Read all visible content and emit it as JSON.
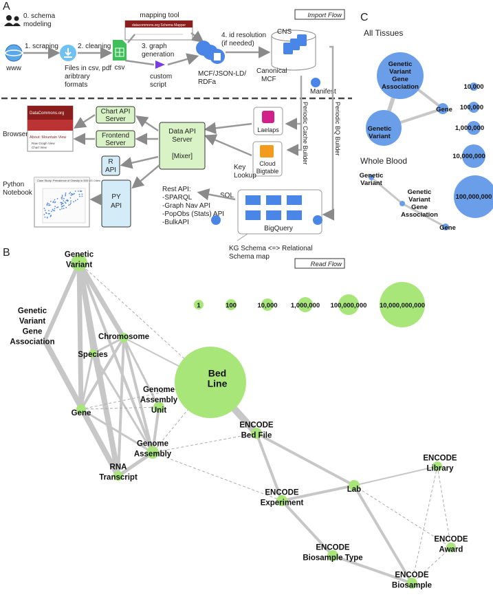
{
  "colors": {
    "green_node": "#a8e67a",
    "blue_node": "#6a9ee8",
    "edge": "#c7c7c7",
    "box_green": "#d9f3c6",
    "box_blue": "#d4ecf8",
    "arrow": "#8a8a8a"
  },
  "panel_a": {
    "label": "A",
    "import_flow": "Import Flow",
    "read_flow": "Read Flow",
    "schema_step": [
      "0. schema",
      "modeling"
    ],
    "www": "www",
    "scraping": "1. scraping",
    "cleaning": "2. cleaning",
    "files_text": [
      "Files in csv, pdf",
      "aribtrary",
      "formats"
    ],
    "csv": "csv",
    "mapping_tool": "mapping tool",
    "mapper_banner": "datacommons.org Schema Mapper",
    "graph_generation": [
      "3. graph",
      "generation"
    ],
    "custom_script": [
      "custom",
      "script"
    ],
    "mcf_formats": [
      "MCF/JSON-LD/",
      "RDFa"
    ],
    "id_resolution": [
      "4. id resolution",
      "(if needed)"
    ],
    "cns": "CNS",
    "canonical_mcf": [
      "Canonical",
      "MCF"
    ],
    "manifest": "Manifest",
    "periodic_cache": "Periodic Cache Builder",
    "periodic_bq": "Periodic BQ Builder",
    "laelaps": "Laelaps",
    "cloud_bigtable": [
      "Cloud",
      "Bigtable"
    ],
    "key_lookup": [
      "Key",
      "Lookup"
    ],
    "sql": "SQL",
    "bigquery": "BigQuery",
    "kg_schema_map": [
      "KG Schema <=> Relational",
      "Schema map"
    ],
    "browser": "Browser",
    "browser_header": "DataCommons.org",
    "browser_about": "About: Mountain View",
    "browser_links": [
      "Raw Graph View",
      "Chart View"
    ],
    "python_notebook": [
      "Python",
      "Notebook"
    ],
    "notebook_title": "Case Study: Prevalence of Obesity in 500 US Cities",
    "chart_api": [
      "Chart API",
      "Server"
    ],
    "frontend": [
      "Frontend",
      "Server"
    ],
    "data_api": [
      "Data API",
      "Server"
    ],
    "mixer": "[Mixer]",
    "r_api": [
      "R",
      "API"
    ],
    "py_api": [
      "PY",
      "API"
    ],
    "rest_api": [
      "Rest API:",
      "-SPARQL",
      "-Graph Nav API",
      "-PopObs (Stats) API",
      "-BulkAPI"
    ]
  },
  "panel_b": {
    "label": "B",
    "legend": [
      "1",
      "100",
      "10,000",
      "1,000,000",
      "100,000,000",
      "10,000,000,000"
    ],
    "nodes": [
      {
        "id": "gv",
        "label": [
          "Genetic",
          "Variant"
        ]
      },
      {
        "id": "gvga",
        "label": [
          "Genetic",
          "Variant",
          "Gene",
          "Association"
        ]
      },
      {
        "id": "chr",
        "label": [
          "Chromosome"
        ]
      },
      {
        "id": "sp",
        "label": [
          "Species"
        ]
      },
      {
        "id": "bed",
        "label": [
          "Bed",
          "Line"
        ]
      },
      {
        "id": "gau",
        "label": [
          "Genome",
          "Assembly",
          "Unit"
        ]
      },
      {
        "id": "gene",
        "label": [
          "Gene"
        ]
      },
      {
        "id": "ga",
        "label": [
          "Genome",
          "Assembly"
        ]
      },
      {
        "id": "rna",
        "label": [
          "RNA",
          "Transcript"
        ]
      },
      {
        "id": "ebf",
        "label": [
          "ENCODE",
          "Bed File"
        ]
      },
      {
        "id": "lab",
        "label": [
          "Lab"
        ]
      },
      {
        "id": "elib",
        "label": [
          "ENCODE",
          "Library"
        ]
      },
      {
        "id": "eexp",
        "label": [
          "ENCODE",
          "Experiment"
        ]
      },
      {
        "id": "ebt",
        "label": [
          "ENCODE",
          "Biosample Type"
        ]
      },
      {
        "id": "eaw",
        "label": [
          "ENCODE",
          "Award"
        ]
      },
      {
        "id": "ebs",
        "label": [
          "ENCODE",
          "Biosample"
        ]
      }
    ]
  },
  "panel_c": {
    "label": "C",
    "all_tissues": "All Tissues",
    "whole_blood": "Whole Blood",
    "legend": [
      "10,000",
      "100,000",
      "1,000,000",
      "10,000,000",
      "100,000,000"
    ],
    "top": {
      "gvga": [
        "Genetic",
        "Variant",
        "Gene",
        "Association"
      ],
      "gene": "Gene",
      "gv": [
        "Genetic",
        "Variant"
      ]
    },
    "bottom": {
      "gv": [
        "Genetic",
        "Variant"
      ],
      "gvga": [
        "Genetic",
        "Variant",
        "Gene",
        "Association"
      ],
      "gene": "Gene"
    }
  }
}
